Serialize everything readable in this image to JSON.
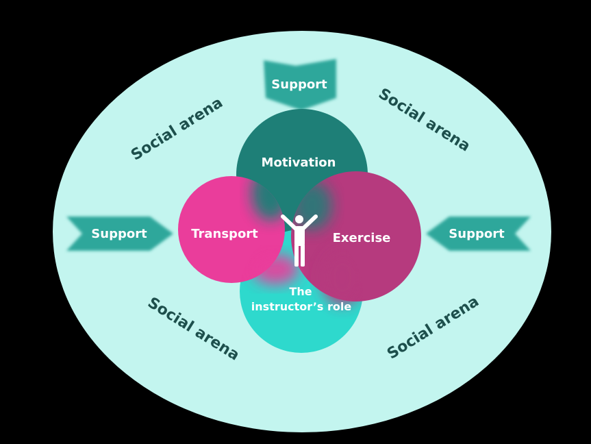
{
  "colors": {
    "background": "#000000",
    "arena_fill": "#c3f5ef",
    "arena_text": "#1d4f4c",
    "support": "#2fa79b",
    "motivation": "#1e7f77",
    "transport": "#ea3d9b",
    "exercise": "#b63a7e",
    "instructor": "#2ed9cd",
    "label": "#ffffff"
  },
  "arena_label": "Social arena",
  "support_label": "Support",
  "circles": {
    "motivation": "Motivation",
    "transport": "Transport",
    "exercise": "Exercise",
    "instructor_line1": "The",
    "instructor_line2": "instructor’s role"
  },
  "icons": {
    "center": "person-arms-raised-icon"
  }
}
